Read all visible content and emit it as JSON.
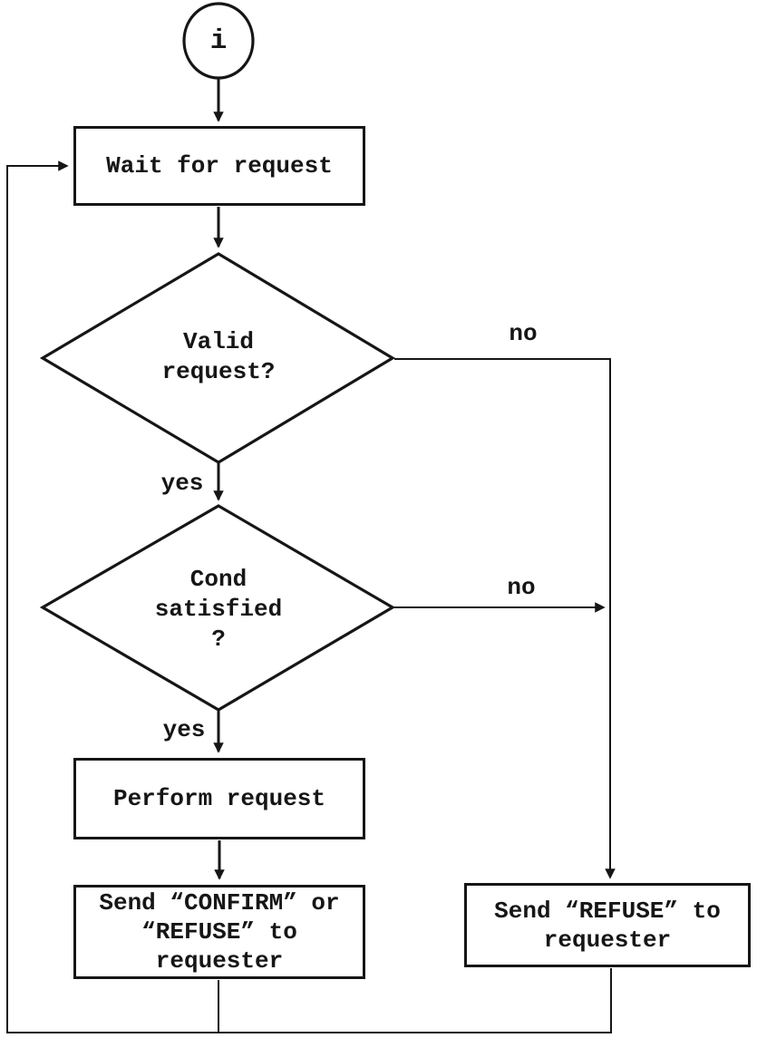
{
  "colors": {
    "stroke": "#161616",
    "background": "#ffffff"
  },
  "flowchart": {
    "start": {
      "label": "i"
    },
    "nodes": {
      "wait": {
        "label": "Wait for request"
      },
      "valid": {
        "lines": [
          "Valid",
          "request?"
        ]
      },
      "cond": {
        "lines": [
          "Cond",
          "satisfied",
          "?"
        ]
      },
      "perform": {
        "label": "Perform request"
      },
      "send_confirm": {
        "lines": [
          "Send “CONFIRM” or",
          "“REFUSE” to",
          "requester"
        ]
      },
      "send_refuse": {
        "lines": [
          "Send “REFUSE” to",
          "requester"
        ]
      }
    },
    "edge_labels": {
      "valid_no": "no",
      "valid_yes": "yes",
      "cond_no": "no",
      "cond_yes": "yes"
    }
  }
}
